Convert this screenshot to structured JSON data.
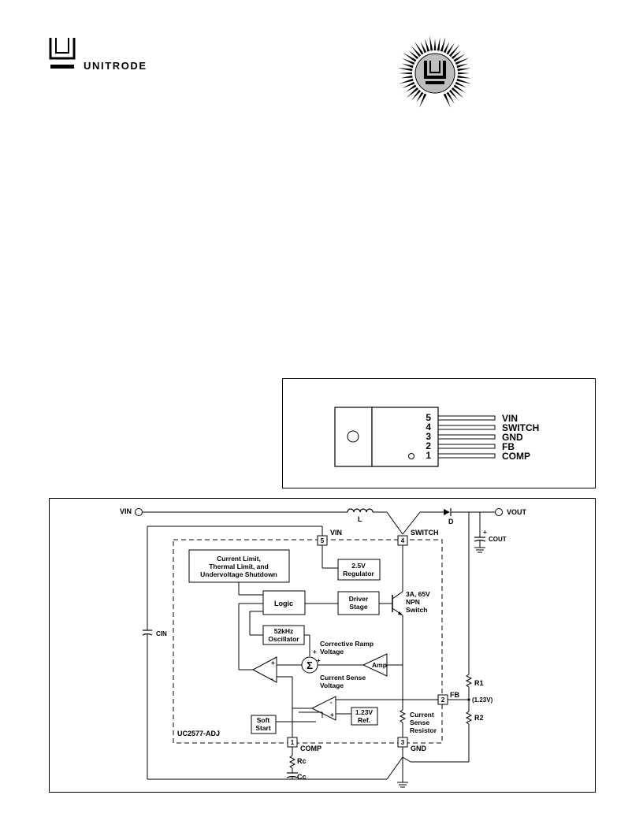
{
  "brand": {
    "name": "UNITRODE"
  },
  "connection_diagram": {
    "pins": [
      {
        "number": "5",
        "name": "VIN"
      },
      {
        "number": "4",
        "name": "SWITCH"
      },
      {
        "number": "3",
        "name": "GND"
      },
      {
        "number": "2",
        "name": "FB"
      },
      {
        "number": "1",
        "name": "COMP"
      }
    ]
  },
  "block_diagram": {
    "part_label": "UC2577-ADJ",
    "vin_label": "VIN",
    "cin_label": "CIN",
    "inductor_label": "L",
    "diode_label": "D",
    "vout_label": "VOUT",
    "cout_label": "COUT",
    "pin5": {
      "number": "5",
      "name": "VIN"
    },
    "pin4": {
      "number": "4",
      "name": "SWITCH"
    },
    "pin3": {
      "number": "3",
      "name": "GND"
    },
    "pin2": {
      "number": "2",
      "name": "FB"
    },
    "pin1": {
      "number": "1",
      "name": "COMP"
    },
    "protection_block": [
      "Current Limit,",
      "Thermal Limit, and",
      "Undervoltage Shutdown"
    ],
    "regulator_block": [
      "2.5V",
      "Regulator"
    ],
    "logic_block": "Logic",
    "driver_block": [
      "Driver",
      "Stage"
    ],
    "switch_label": [
      "3A, 65V",
      "NPN",
      "Switch"
    ],
    "oscillator_block": [
      "52kHz",
      "Oscillator"
    ],
    "ramp_label": [
      "Corrective Ramp",
      "Voltage"
    ],
    "sum_symbol": "Σ",
    "amp_label": "Amp",
    "sense_voltage_label": [
      "Current Sense",
      "Voltage"
    ],
    "softstart_block": [
      "Soft",
      "Start"
    ],
    "reference_block": [
      "1.23V",
      "Ref."
    ],
    "sense_resistor_label": [
      "Current",
      "Sense",
      "Resistor"
    ],
    "r1_label": "R1",
    "r2_label": "R2",
    "fb_voltage_label": "(1.23V)",
    "rc_label": "Rc",
    "cc_label": "Cc"
  }
}
